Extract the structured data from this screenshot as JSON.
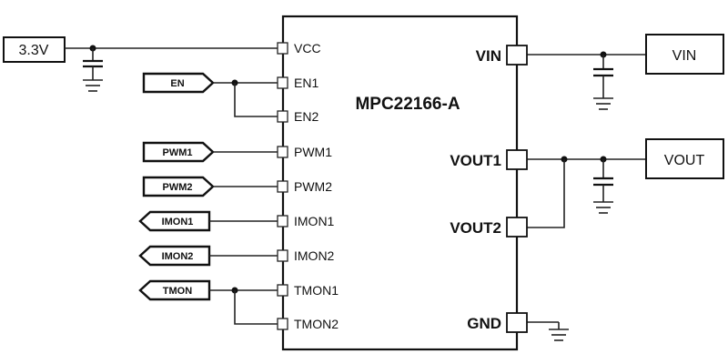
{
  "chip": {
    "name": "MPC22166-A",
    "left_pins": [
      "VCC",
      "EN1",
      "EN2",
      "PWM1",
      "PWM2",
      "IMON1",
      "IMON2",
      "TMON1",
      "TMON2"
    ],
    "right_pins": [
      "VIN",
      "VOUT1",
      "VOUT2",
      "GND"
    ]
  },
  "supply_box": "3.3V",
  "signal_tags": {
    "en": "EN",
    "pwm1": "PWM1",
    "pwm2": "PWM2",
    "imon1": "IMON1",
    "imon2": "IMON2",
    "tmon": "TMON"
  },
  "right_boxes": {
    "vin": "VIN",
    "vout": "VOUT"
  }
}
